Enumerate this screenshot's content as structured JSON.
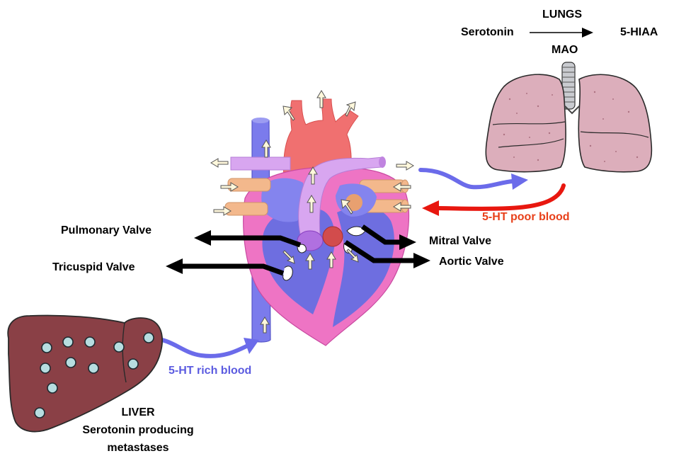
{
  "lungs": {
    "title": "LUNGS",
    "substrate": "Serotonin",
    "product": "5-HIAA",
    "enzyme": "MAO"
  },
  "valves": {
    "pulmonary": "Pulmonary Valve",
    "tricuspid": "Tricuspid Valve",
    "mitral": "Mitral Valve",
    "aortic": "Aortic Valve"
  },
  "flows": {
    "poor": "5-HT poor blood",
    "rich": "5-HT rich blood"
  },
  "liver": {
    "line1": "LIVER",
    "line2": "Serotonin producing",
    "line3": "metastases"
  },
  "colors": {
    "rich_arrow": "#6b6bea",
    "poor_arrow": "#e8170f",
    "poor_text": "#e8401a",
    "rich_text": "#5b5be0",
    "valve_arrow": "#000000",
    "liver": "#8a4046",
    "metastasis": "#b7dde0",
    "lung": "#d9aab7",
    "venous": "#7b7bec",
    "arterial": "#f07070",
    "myocardium": "#ee74c4"
  }
}
